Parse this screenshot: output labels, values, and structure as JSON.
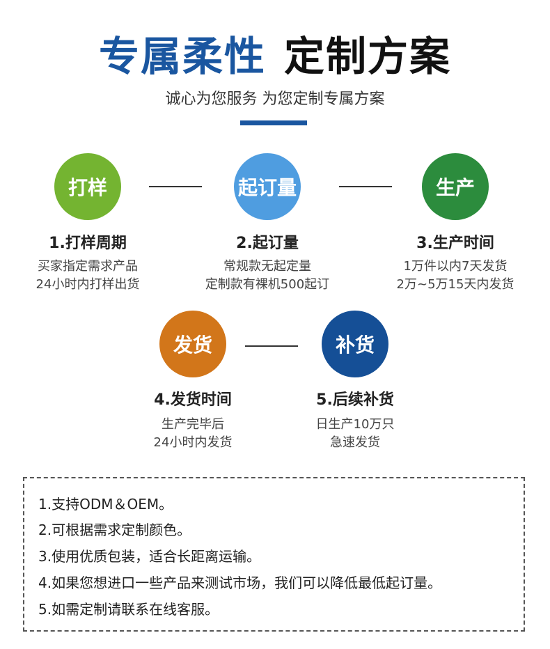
{
  "header": {
    "title_blue": "专属柔性",
    "title_black": "定制方案",
    "subtitle": "诚心为您服务 为您定制专属方案",
    "accent_color": "#1a56a0"
  },
  "steps": [
    {
      "circle": "打样",
      "title": "1.打样周期",
      "lines": [
        "买家指定需求产品",
        "24小时内打样出货"
      ],
      "color": "#74b431"
    },
    {
      "circle": "起订量",
      "title": "2.起订量",
      "lines": [
        "常规款无起定量",
        "定制款有裸机500起订"
      ],
      "color": "#4f9de0"
    },
    {
      "circle": "生产",
      "title": "3.生产时间",
      "lines": [
        "1万件以内7天发货",
        "2万~5万15天内发货"
      ],
      "color": "#2c8c3d"
    },
    {
      "circle": "发货",
      "title": "4.发货时间",
      "lines": [
        "生产完毕后",
        "24小时内发货"
      ],
      "color": "#d2761a"
    },
    {
      "circle": "补货",
      "title": "5.后续补货",
      "lines": [
        "日生产10万只",
        "急速发货"
      ],
      "color": "#154f96"
    }
  ],
  "notes": [
    "1.支持ODM＆OEM。",
    "2.可根据需求定制颜色。",
    "3.使用优质包装，适合长距离运输。",
    "4.如果您想进口一些产品来测试市场，我们可以降低最低起订量。",
    "5.如需定制请联系在线客服。"
  ]
}
